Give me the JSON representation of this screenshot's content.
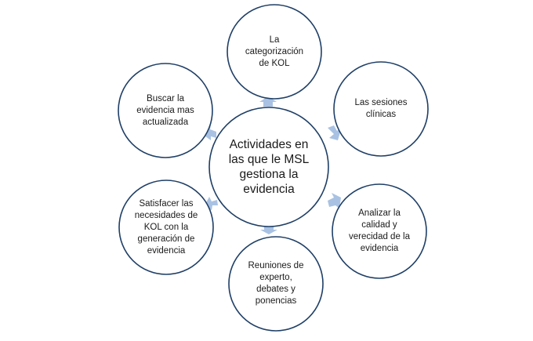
{
  "diagram": {
    "center_text": "Actividades en las que le MSL gestiona la evidencia",
    "nodes": [
      {
        "id": "top",
        "text": "La categorización de KOL"
      },
      {
        "id": "top-right",
        "text": "Las sesiones clínicas"
      },
      {
        "id": "bottom-right",
        "text": "Analizar la calidad y verecidad de la evidencia"
      },
      {
        "id": "bottom",
        "text": "Reuniones de experto, debates y ponencias"
      },
      {
        "id": "bottom-left",
        "text": "Satisfacer las necesidades de KOL con la generación de evidencia"
      },
      {
        "id": "top-left",
        "text": "Buscar la evidencia mas actualizada"
      }
    ],
    "colors": {
      "circle_stroke": "#1f3f66",
      "arrow_fill": "#a9c2e3",
      "text": "#1a1a1a"
    }
  }
}
